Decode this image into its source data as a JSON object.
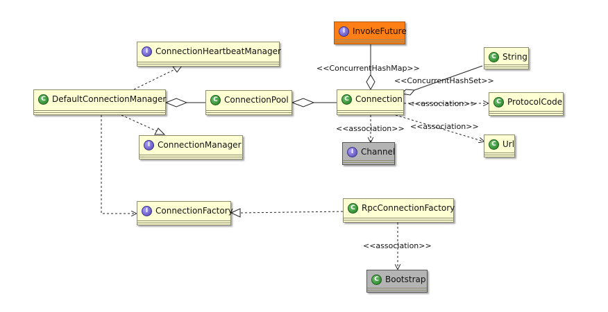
{
  "nodes": {
    "invoke_future": {
      "label": "InvokeFuture",
      "kind": "interface",
      "fill": "#ff7f17"
    },
    "conn_heartbeat_mgr": {
      "label": "ConnectionHeartbeatManager",
      "kind": "interface",
      "fill": "#ffffd4"
    },
    "string": {
      "label": "String",
      "kind": "class",
      "fill": "#ffffd4"
    },
    "default_conn_mgr": {
      "label": "DefaultConnectionManager",
      "kind": "class",
      "fill": "#ffffd4"
    },
    "conn_pool": {
      "label": "ConnectionPool",
      "kind": "class",
      "fill": "#ffffd4"
    },
    "connection": {
      "label": "Connection",
      "kind": "class",
      "fill": "#ffffd4"
    },
    "protocol_code": {
      "label": "ProtocolCode",
      "kind": "class",
      "fill": "#ffffd4"
    },
    "conn_manager": {
      "label": "ConnectionManager",
      "kind": "interface",
      "fill": "#ffffd4"
    },
    "channel": {
      "label": "Channel",
      "kind": "interface",
      "fill": "#b4b4b4"
    },
    "url": {
      "label": "Url",
      "kind": "class",
      "fill": "#ffffd4"
    },
    "conn_factory": {
      "label": "ConnectionFactory",
      "kind": "interface",
      "fill": "#ffffd4"
    },
    "rpc_conn_factory": {
      "label": "RpcConnectionFactory",
      "kind": "class",
      "fill": "#ffffd4"
    },
    "bootstrap": {
      "label": "Bootstrap",
      "kind": "class",
      "fill": "#b4b4b4"
    }
  },
  "edge_labels": {
    "concurrent_hash_map": "<<ConcurrentHashMap>>",
    "concurrent_hash_set": "<<ConcurrentHashSet>>",
    "assoc_protocol": "<<association>>",
    "assoc_channel": "<<association>>",
    "assoc_url": "<<association>>",
    "assoc_bootstrap": "<<association>>"
  },
  "badges": {
    "class": "C",
    "interface": "I"
  }
}
